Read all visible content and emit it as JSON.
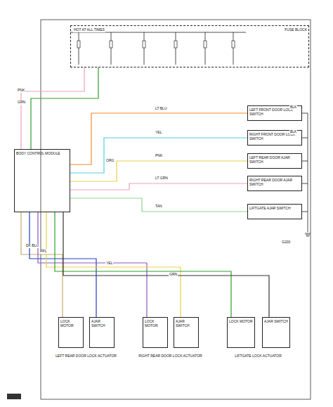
{
  "diagram": {
    "nodes": [
      {
        "text": [
          "FUSE BLOCK"
        ]
      },
      {
        "text": [
          "BODY CONTROL MODULE"
        ]
      },
      {
        "text": [
          "LEFT FRONT DOOR LOCK SWITCH"
        ]
      },
      {
        "text": [
          "RIGHT FRONT DOOR LOCK SWITCH"
        ]
      },
      {
        "text": [
          "LEFT REAR DOOR AJAR SWITCH"
        ]
      },
      {
        "text": [
          "RIGHT REAR DOOR AJAR SWITCH"
        ]
      },
      {
        "text": [
          "LIFTGATE AJAR SWITCH"
        ]
      },
      {
        "text": [
          "LEFT REAR DOOR LOCK ACTUATOR"
        ]
      },
      {
        "text": [
          "RIGHT REAR DOOR LOCK ACTUATOR"
        ]
      },
      {
        "text": [
          "LIFTGATE LOCK ACTUATOR"
        ]
      },
      {
        "text": [
          "LOCK MOTOR"
        ],
        "in": 7
      },
      {
        "text": [
          "AJAR SWITCH"
        ],
        "in": 7
      },
      {
        "text": [
          "LOCK MOTOR"
        ],
        "in": 8
      },
      {
        "text": [
          "AJAR SWITCH"
        ],
        "in": 8
      },
      {
        "text": [
          "LOCK MOTOR"
        ],
        "in": 9
      },
      {
        "text": [
          "AJAR SWITCH"
        ],
        "in": 9
      }
    ],
    "edges": [
      {
        "from": 0,
        "to": 1,
        "arrow": "none"
      },
      {
        "from": 0,
        "to": 1,
        "arrow": "none"
      },
      {
        "from": 1,
        "to": 2,
        "arrow": "none"
      },
      {
        "from": 1,
        "to": 3,
        "arrow": "none"
      },
      {
        "from": 1,
        "to": 4,
        "arrow": "none"
      },
      {
        "from": 1,
        "to": 5,
        "arrow": "none"
      },
      {
        "from": 1,
        "to": 6,
        "arrow": "none"
      },
      {
        "from": 1,
        "to": 10,
        "arrow": "none"
      },
      {
        "from": 1,
        "to": 11,
        "arrow": "none"
      },
      {
        "from": 1,
        "to": 12,
        "arrow": "none"
      },
      {
        "from": 1,
        "to": 13,
        "arrow": "none"
      },
      {
        "from": 1,
        "to": 14,
        "arrow": "none"
      },
      {
        "from": 1,
        "to": 15,
        "arrow": "none"
      }
    ],
    "labels": [
      "HOT AT ALL TIMES",
      "PNK",
      "GRN",
      "ORG",
      "LT BLU",
      "YEL",
      "PNK",
      "LT GRN",
      "TAN",
      "DK BLU",
      "PPL",
      "YEL",
      "GRN",
      "BLK",
      "BLK",
      "G200"
    ]
  }
}
